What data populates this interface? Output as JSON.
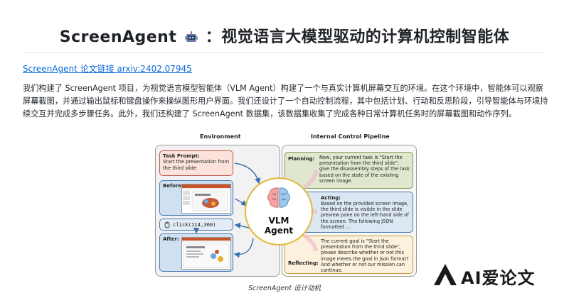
{
  "header": {
    "title_before": "ScreenAgent",
    "title_after": "：视觉语言大模型驱动的计算机控制智能体",
    "title_icon": "robot-icon"
  },
  "paper_link": "ScreenAgent 论文链接 arxiv:2402.07945",
  "intro": "我们构建了 ScreenAgent 项目，为视觉语言模型智能体（VLM Agent）构建了一个与真实计算机屏幕交互的环境。在这个环境中，智能体可以观察屏幕截图，并通过输出鼠标和键盘操作来操纵图形用户界面。我们还设计了一个自动控制流程，其中包括计划、行动和反思阶段，引导智能体与环境持续交互并完成多步骤任务。此外，我们还构建了 ScreenAgent 数据集，该数据集收集了完成各种日常计算机任务时的屏幕截图和动作序列。",
  "figure": {
    "environment_heading": "Environment",
    "pipeline_heading": "Internal Control Pipeline",
    "task_prompt_label": "Task Prompt:",
    "task_prompt_text": "Start the presentation from the third slide",
    "before_label": "Before:",
    "after_label": "After:",
    "action_code": "click(114,360)",
    "agent_line1": "VLM",
    "agent_line2": "Agent",
    "planning_label": "Planning:",
    "planning_text": "Now, your current task is \"Start the presentation from the third slide\", give the disassembly steps of the task based on the state of the existing screen image.",
    "acting_label": "Acting:",
    "acting_text": "Based on the provided screen image, the third slide is visible in the slide preview pane on the left-hand side of the screen. The following JSON formatted ...",
    "reflecting_label": "Reflecting:",
    "reflecting_text": "The current goal is \"Start the presentation from the third slide\", please describe whether or not this image meets the goal in json format? And whether or not our mission can continue.",
    "caption": "ScreenAgent 设计动机"
  },
  "watermark": {
    "text": "AI爱论文"
  },
  "colors": {
    "link": "#0969da",
    "task": "#fbe3dc",
    "screen": "#cfe0f1",
    "planning": "#dfe8cf",
    "acting": "#dbe7f3",
    "reflecting": "#fbf1dc",
    "agent_ring": "#e2b93b"
  }
}
